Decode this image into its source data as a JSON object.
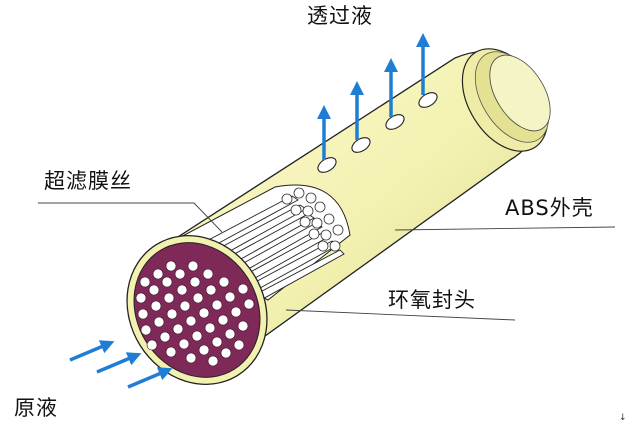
{
  "labels": {
    "permeate": "透过液",
    "fiber": "超滤膜丝",
    "shell": "ABS外壳",
    "epoxy": "环氧封头",
    "feed": "原液",
    "corner_mark": "↓"
  },
  "colors": {
    "shell_fill": "#f4f3b4",
    "shell_shadow": "#d5d28a",
    "epoxy_end": "#7e2957",
    "fiber_hole": "#ffffff",
    "arrow": "#1f7ed4",
    "outline": "#222222"
  },
  "icons": [
    "arrow-up-icon",
    "arrow-right-icon"
  ]
}
